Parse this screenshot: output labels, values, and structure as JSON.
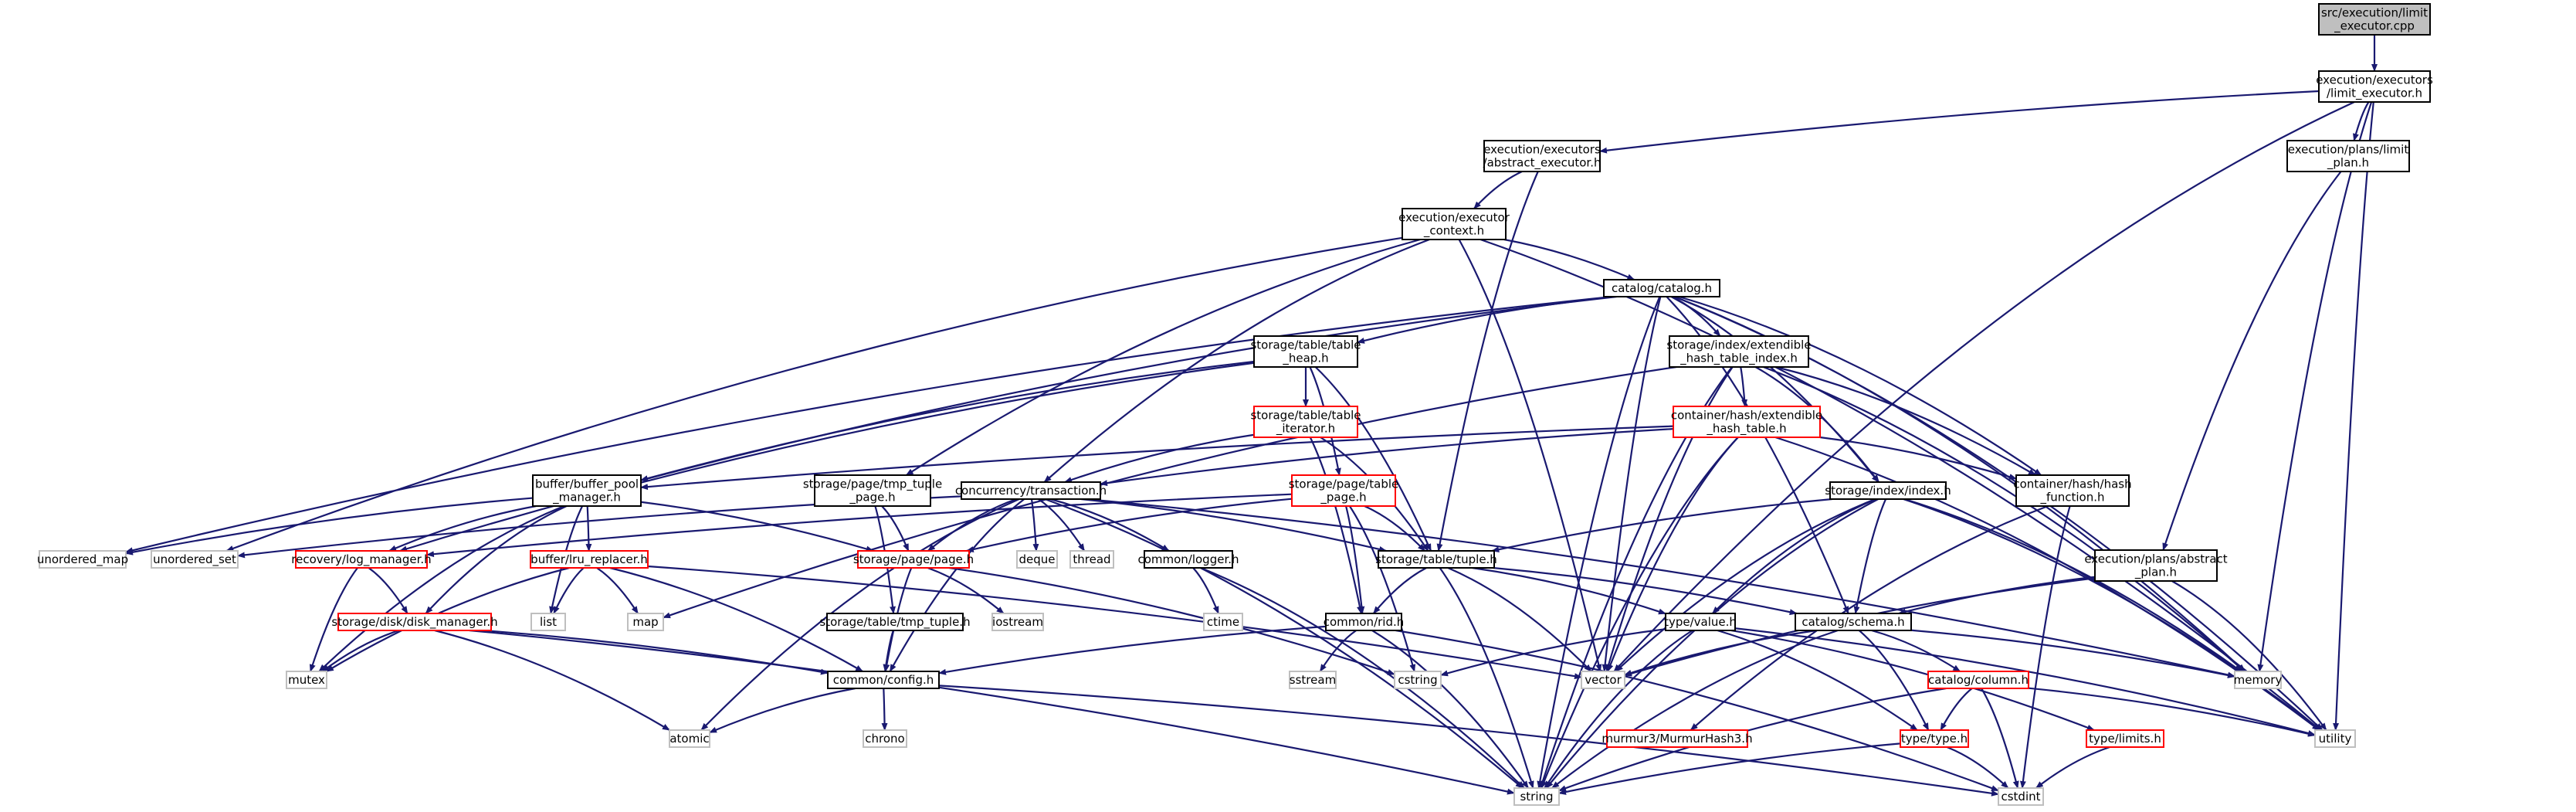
{
  "diagram": {
    "colors": {
      "edge": "#191970",
      "root_fill": "#bfbfbf",
      "root_border": "#000000",
      "documented_border": "#000000",
      "truncated_border": "#ff0000",
      "external_border": "#bfbfbf",
      "label": "#000000"
    },
    "nodes": [
      {
        "id": "root",
        "kind": "root",
        "lines": [
          "src/execution/limit",
          "_executor.cpp"
        ]
      },
      {
        "id": "limit_executor",
        "kind": "documented",
        "lines": [
          "execution/executors",
          "/limit_executor.h"
        ]
      },
      {
        "id": "abstract_executor",
        "kind": "documented",
        "lines": [
          "execution/executors",
          "/abstract_executor.h"
        ]
      },
      {
        "id": "limit_plan",
        "kind": "documented",
        "lines": [
          "execution/plans/limit",
          "_plan.h"
        ]
      },
      {
        "id": "executor_context",
        "kind": "documented",
        "lines": [
          "execution/executor",
          "_context.h"
        ]
      },
      {
        "id": "catalog",
        "kind": "documented",
        "lines": [
          "catalog/catalog.h"
        ]
      },
      {
        "id": "table_heap",
        "kind": "documented",
        "lines": [
          "storage/table/table",
          "_heap.h"
        ]
      },
      {
        "id": "extendible_hash_table_index",
        "kind": "documented",
        "lines": [
          "storage/index/extendible",
          "_hash_table_index.h"
        ]
      },
      {
        "id": "table_iterator",
        "kind": "truncated",
        "lines": [
          "storage/table/table",
          "_iterator.h"
        ]
      },
      {
        "id": "extendible_hash_table",
        "kind": "truncated",
        "lines": [
          "container/hash/extendible",
          "_hash_table.h"
        ]
      },
      {
        "id": "buffer_pool_manager",
        "kind": "documented",
        "lines": [
          "buffer/buffer_pool",
          "_manager.h"
        ]
      },
      {
        "id": "tmp_tuple_page",
        "kind": "documented",
        "lines": [
          "storage/page/tmp_tuple",
          "_page.h"
        ]
      },
      {
        "id": "transaction",
        "kind": "documented",
        "lines": [
          "concurrency/transaction.h"
        ]
      },
      {
        "id": "table_page",
        "kind": "truncated",
        "lines": [
          "storage/page/table",
          "_page.h"
        ]
      },
      {
        "id": "index",
        "kind": "documented",
        "lines": [
          "storage/index/index.h"
        ]
      },
      {
        "id": "hash_function",
        "kind": "documented",
        "lines": [
          "container/hash/hash",
          "_function.h"
        ]
      },
      {
        "id": "abstract_plan",
        "kind": "documented",
        "lines": [
          "execution/plans/abstract",
          "_plan.h"
        ]
      },
      {
        "id": "unordered_map",
        "kind": "external",
        "lines": [
          "unordered_map"
        ]
      },
      {
        "id": "unordered_set",
        "kind": "external",
        "lines": [
          "unordered_set"
        ]
      },
      {
        "id": "log_manager",
        "kind": "truncated",
        "lines": [
          "recovery/log_manager.h"
        ]
      },
      {
        "id": "lru_replacer",
        "kind": "truncated",
        "lines": [
          "buffer/lru_replacer.h"
        ]
      },
      {
        "id": "page",
        "kind": "truncated",
        "lines": [
          "storage/page/page.h"
        ]
      },
      {
        "id": "deque",
        "kind": "external",
        "lines": [
          "deque"
        ]
      },
      {
        "id": "thread",
        "kind": "external",
        "lines": [
          "thread"
        ]
      },
      {
        "id": "logger",
        "kind": "documented",
        "lines": [
          "common/logger.h"
        ]
      },
      {
        "id": "tuple",
        "kind": "documented",
        "lines": [
          "storage/table/tuple.h"
        ]
      },
      {
        "id": "list",
        "kind": "external",
        "lines": [
          "list"
        ]
      },
      {
        "id": "map",
        "kind": "external",
        "lines": [
          "map"
        ]
      },
      {
        "id": "disk_manager",
        "kind": "truncated",
        "lines": [
          "storage/disk/disk_manager.h"
        ]
      },
      {
        "id": "tmp_tuple",
        "kind": "documented",
        "lines": [
          "storage/table/tmp_tuple.h"
        ]
      },
      {
        "id": "iostream",
        "kind": "external",
        "lines": [
          "iostream"
        ]
      },
      {
        "id": "ctime",
        "kind": "external",
        "lines": [
          "ctime"
        ]
      },
      {
        "id": "rid",
        "kind": "documented",
        "lines": [
          "common/rid.h"
        ]
      },
      {
        "id": "type_value",
        "kind": "documented",
        "lines": [
          "type/value.h"
        ]
      },
      {
        "id": "schema",
        "kind": "documented",
        "lines": [
          "catalog/schema.h"
        ]
      },
      {
        "id": "mutex",
        "kind": "external",
        "lines": [
          "mutex"
        ]
      },
      {
        "id": "config",
        "kind": "documented",
        "lines": [
          "common/config.h"
        ]
      },
      {
        "id": "sstream",
        "kind": "external",
        "lines": [
          "sstream"
        ]
      },
      {
        "id": "cstring",
        "kind": "external",
        "lines": [
          "cstring"
        ]
      },
      {
        "id": "vector",
        "kind": "external",
        "lines": [
          "vector"
        ]
      },
      {
        "id": "memory",
        "kind": "external",
        "lines": [
          "memory"
        ]
      },
      {
        "id": "column",
        "kind": "truncated",
        "lines": [
          "catalog/column.h"
        ]
      },
      {
        "id": "atomic",
        "kind": "external",
        "lines": [
          "atomic"
        ]
      },
      {
        "id": "chrono",
        "kind": "external",
        "lines": [
          "chrono"
        ]
      },
      {
        "id": "murmur",
        "kind": "truncated",
        "lines": [
          "murmur3/MurmurHash3.h"
        ]
      },
      {
        "id": "type_h",
        "kind": "truncated",
        "lines": [
          "type/type.h"
        ]
      },
      {
        "id": "limits",
        "kind": "truncated",
        "lines": [
          "type/limits.h"
        ]
      },
      {
        "id": "utility",
        "kind": "external",
        "lines": [
          "utility"
        ]
      },
      {
        "id": "string",
        "kind": "external",
        "lines": [
          "string"
        ]
      },
      {
        "id": "cstdint",
        "kind": "external",
        "lines": [
          "cstdint"
        ]
      }
    ],
    "edges": [
      [
        "root",
        "limit_executor"
      ],
      [
        "limit_executor",
        "abstract_executor"
      ],
      [
        "limit_executor",
        "limit_plan"
      ],
      [
        "limit_executor",
        "memory"
      ],
      [
        "limit_executor",
        "utility"
      ],
      [
        "limit_executor",
        "vector"
      ],
      [
        "abstract_executor",
        "executor_context"
      ],
      [
        "abstract_executor",
        "tuple"
      ],
      [
        "limit_plan",
        "abstract_plan"
      ],
      [
        "executor_context",
        "catalog"
      ],
      [
        "executor_context",
        "transaction"
      ],
      [
        "executor_context",
        "tmp_tuple_page"
      ],
      [
        "executor_context",
        "unordered_set"
      ],
      [
        "executor_context",
        "utility"
      ],
      [
        "executor_context",
        "vector"
      ],
      [
        "catalog",
        "table_heap"
      ],
      [
        "catalog",
        "extendible_hash_table_index"
      ],
      [
        "catalog",
        "buffer_pool_manager"
      ],
      [
        "catalog",
        "index"
      ],
      [
        "catalog",
        "hash_function"
      ],
      [
        "catalog",
        "schema"
      ],
      [
        "catalog",
        "unordered_map"
      ],
      [
        "catalog",
        "string"
      ],
      [
        "catalog",
        "memory"
      ],
      [
        "catalog",
        "utility"
      ],
      [
        "catalog",
        "vector"
      ],
      [
        "table_heap",
        "table_iterator"
      ],
      [
        "table_heap",
        "table_page"
      ],
      [
        "table_heap",
        "tuple"
      ],
      [
        "table_heap",
        "buffer_pool_manager"
      ],
      [
        "table_heap",
        "log_manager"
      ],
      [
        "extendible_hash_table_index",
        "extendible_hash_table"
      ],
      [
        "extendible_hash_table_index",
        "index"
      ],
      [
        "extendible_hash_table_index",
        "hash_function"
      ],
      [
        "extendible_hash_table_index",
        "map"
      ],
      [
        "extendible_hash_table_index",
        "string"
      ],
      [
        "extendible_hash_table_index",
        "memory"
      ],
      [
        "extendible_hash_table_index",
        "vector"
      ],
      [
        "table_iterator",
        "transaction"
      ],
      [
        "table_iterator",
        "tuple"
      ],
      [
        "table_iterator",
        "rid"
      ],
      [
        "extendible_hash_table",
        "buffer_pool_manager"
      ],
      [
        "extendible_hash_table",
        "hash_function"
      ],
      [
        "extendible_hash_table",
        "transaction"
      ],
      [
        "extendible_hash_table",
        "string"
      ],
      [
        "extendible_hash_table",
        "utility"
      ],
      [
        "extendible_hash_table",
        "vector"
      ],
      [
        "buffer_pool_manager",
        "lru_replacer"
      ],
      [
        "buffer_pool_manager",
        "disk_manager"
      ],
      [
        "buffer_pool_manager",
        "log_manager"
      ],
      [
        "buffer_pool_manager",
        "page"
      ],
      [
        "buffer_pool_manager",
        "unordered_map"
      ],
      [
        "buffer_pool_manager",
        "list"
      ],
      [
        "buffer_pool_manager",
        "mutex"
      ],
      [
        "tmp_tuple_page",
        "page"
      ],
      [
        "tmp_tuple_page",
        "tmp_tuple"
      ],
      [
        "transaction",
        "page"
      ],
      [
        "transaction",
        "tuple"
      ],
      [
        "transaction",
        "logger"
      ],
      [
        "transaction",
        "config"
      ],
      [
        "transaction",
        "deque"
      ],
      [
        "transaction",
        "thread"
      ],
      [
        "transaction",
        "unordered_set"
      ],
      [
        "transaction",
        "atomic"
      ],
      [
        "transaction",
        "string"
      ],
      [
        "transaction",
        "memory"
      ],
      [
        "table_page",
        "page"
      ],
      [
        "table_page",
        "tuple"
      ],
      [
        "table_page",
        "log_manager"
      ],
      [
        "table_page",
        "rid"
      ],
      [
        "table_page",
        "cstring"
      ],
      [
        "index",
        "tuple"
      ],
      [
        "index",
        "type_value"
      ],
      [
        "index",
        "schema"
      ],
      [
        "index",
        "memory"
      ],
      [
        "index",
        "string"
      ],
      [
        "index",
        "utility"
      ],
      [
        "index",
        "vector"
      ],
      [
        "hash_function",
        "murmur"
      ],
      [
        "hash_function",
        "cstdint"
      ],
      [
        "abstract_plan",
        "schema"
      ],
      [
        "abstract_plan",
        "utility"
      ],
      [
        "abstract_plan",
        "vector"
      ],
      [
        "log_manager",
        "disk_manager"
      ],
      [
        "log_manager",
        "mutex"
      ],
      [
        "lru_replacer",
        "list"
      ],
      [
        "lru_replacer",
        "map"
      ],
      [
        "lru_replacer",
        "mutex"
      ],
      [
        "lru_replacer",
        "config"
      ],
      [
        "lru_replacer",
        "vector"
      ],
      [
        "page",
        "config"
      ],
      [
        "page",
        "iostream"
      ],
      [
        "page",
        "cstring"
      ],
      [
        "logger",
        "ctime"
      ],
      [
        "logger",
        "string"
      ],
      [
        "tuple",
        "rid"
      ],
      [
        "tuple",
        "type_value"
      ],
      [
        "tuple",
        "schema"
      ],
      [
        "tuple",
        "string"
      ],
      [
        "tuple",
        "vector"
      ],
      [
        "disk_manager",
        "config"
      ],
      [
        "disk_manager",
        "mutex"
      ],
      [
        "disk_manager",
        "atomic"
      ],
      [
        "disk_manager",
        "string"
      ],
      [
        "tmp_tuple",
        "config"
      ],
      [
        "rid",
        "config"
      ],
      [
        "rid",
        "sstream"
      ],
      [
        "rid",
        "string"
      ],
      [
        "rid",
        "cstdint"
      ],
      [
        "type_value",
        "type_h"
      ],
      [
        "type_value",
        "limits"
      ],
      [
        "type_value",
        "cstring"
      ],
      [
        "type_value",
        "string"
      ],
      [
        "type_value",
        "utility"
      ],
      [
        "schema",
        "column"
      ],
      [
        "schema",
        "type_h"
      ],
      [
        "schema",
        "memory"
      ],
      [
        "schema",
        "string"
      ],
      [
        "schema",
        "vector"
      ],
      [
        "column",
        "type_h"
      ],
      [
        "column",
        "cstdint"
      ],
      [
        "column",
        "string"
      ],
      [
        "column",
        "utility"
      ],
      [
        "config",
        "atomic"
      ],
      [
        "config",
        "chrono"
      ],
      [
        "config",
        "cstdint"
      ],
      [
        "type_h",
        "cstdint"
      ],
      [
        "type_h",
        "string"
      ],
      [
        "limits",
        "cstdint"
      ]
    ]
  }
}
